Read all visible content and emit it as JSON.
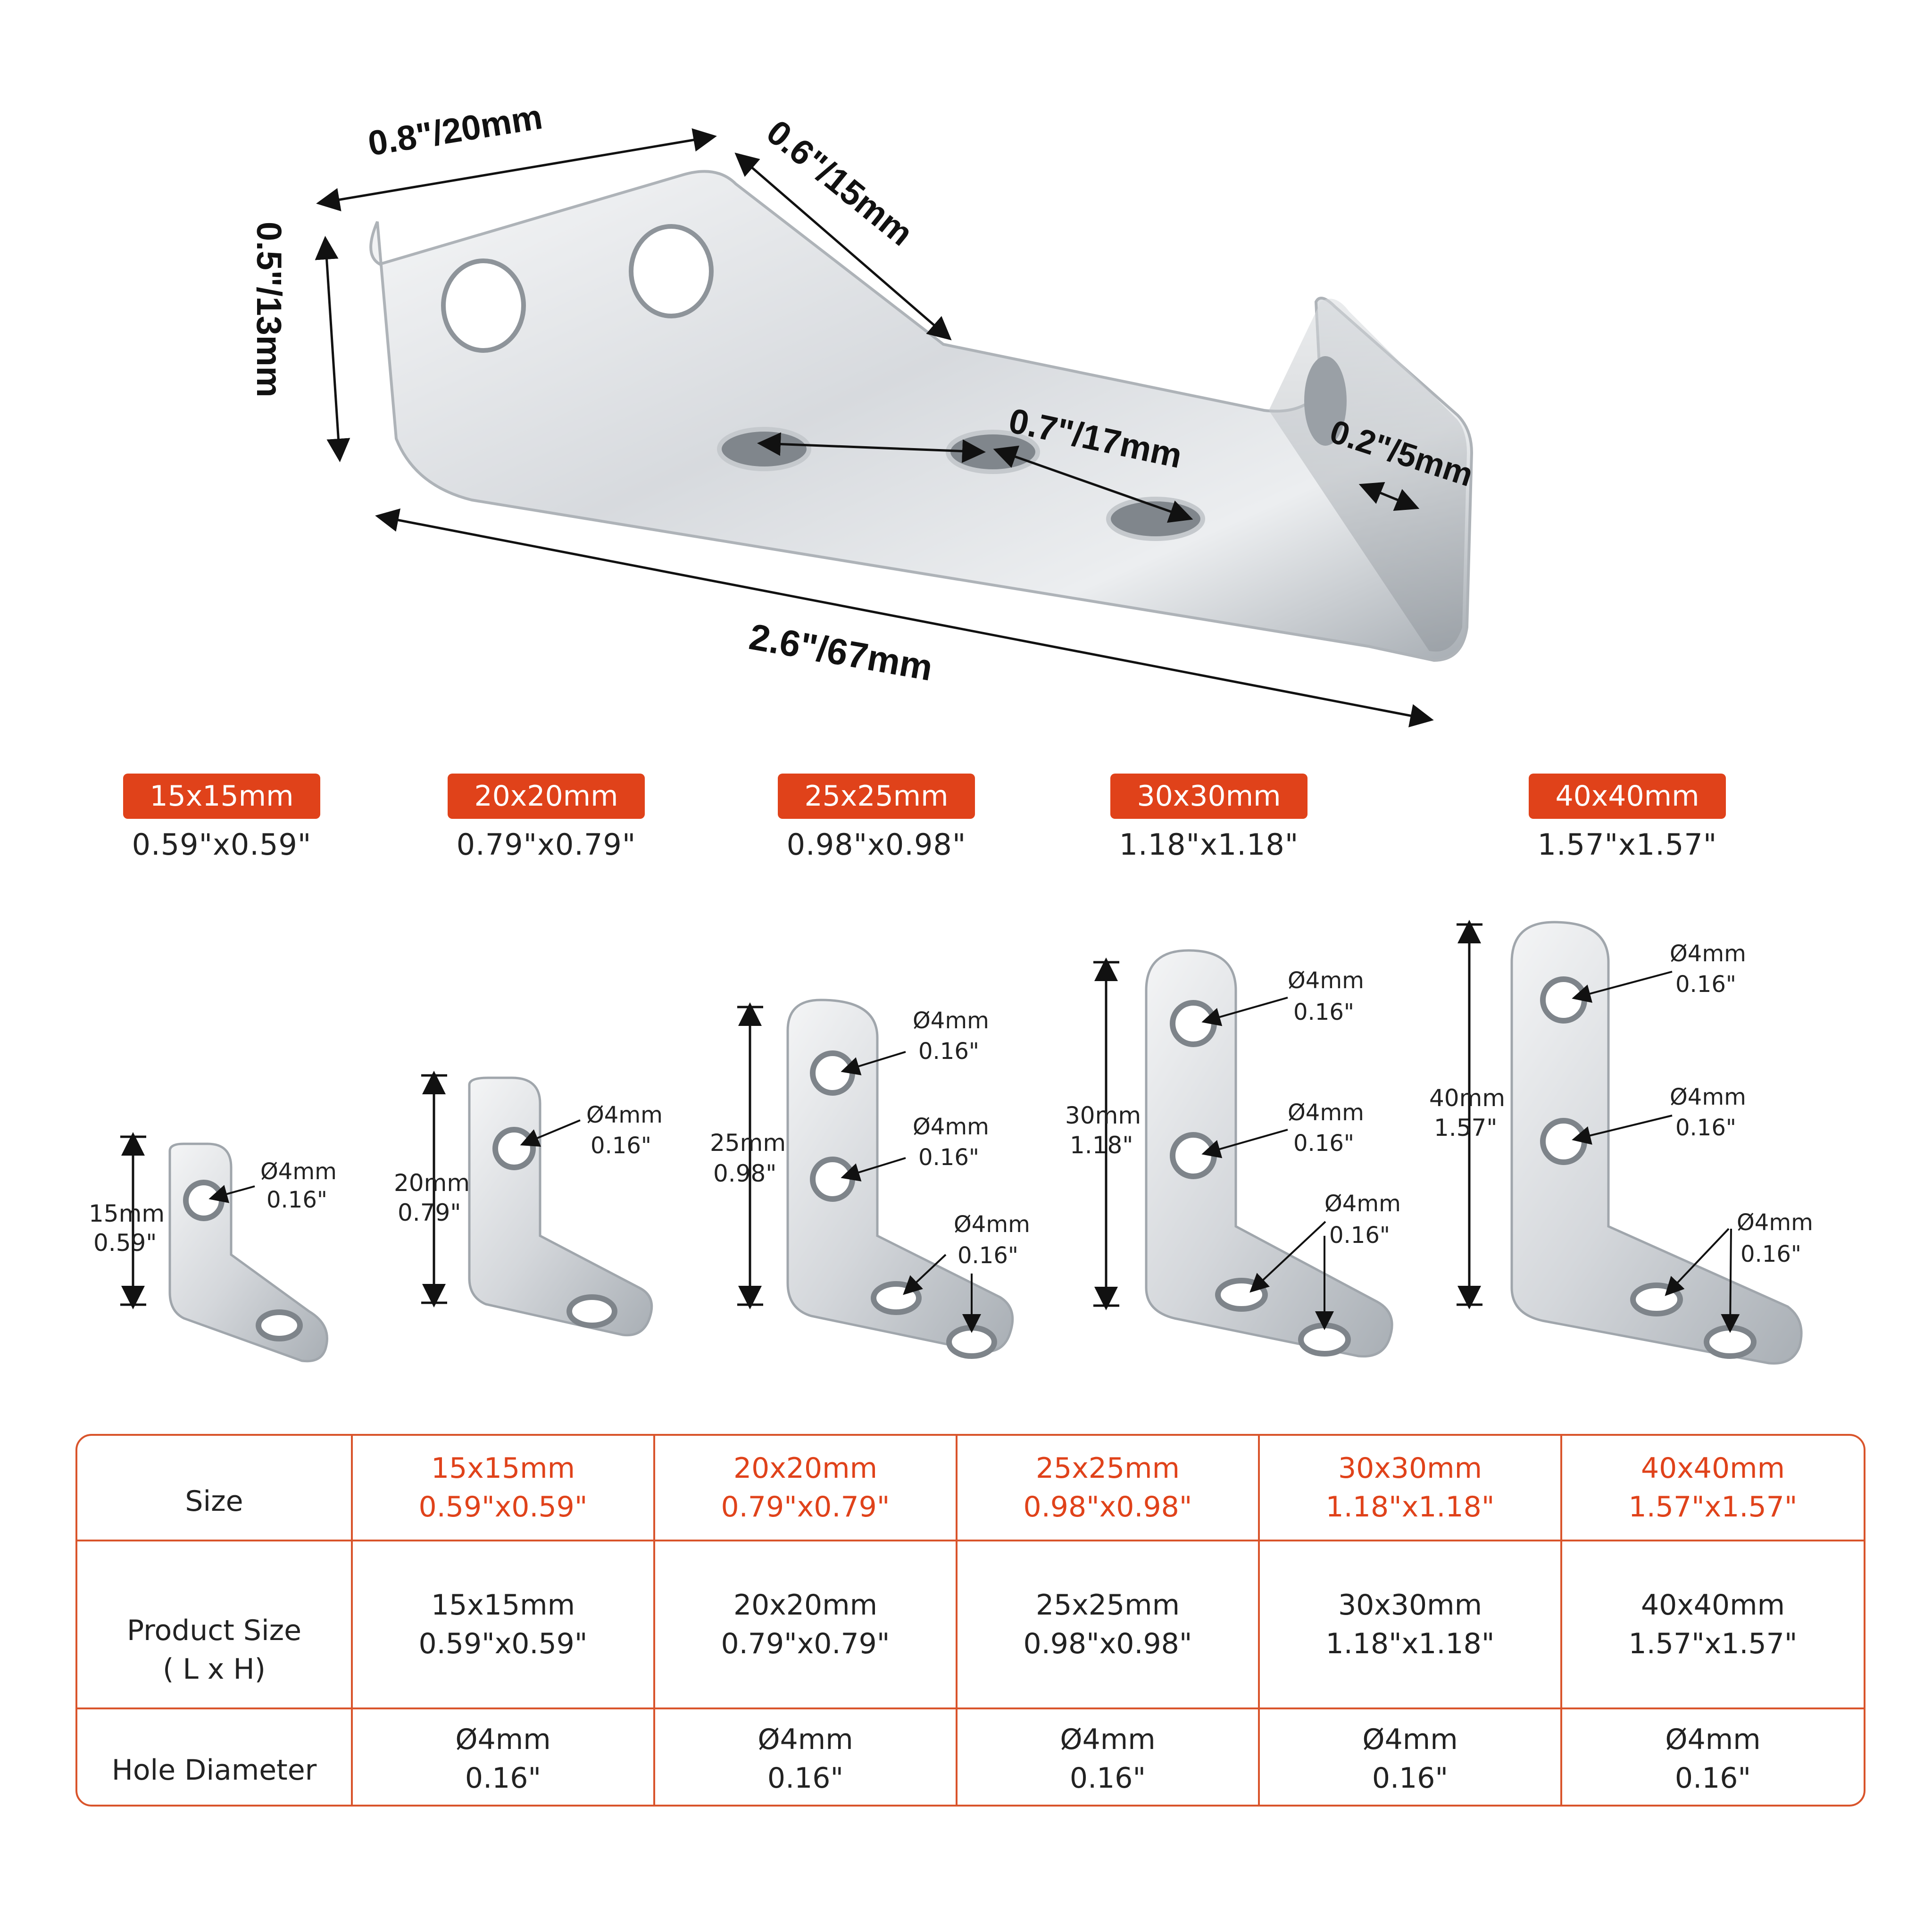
{
  "main_part": {
    "dimensions": {
      "top_width": "0.8\"/20mm",
      "slant_edge": "0.6\"/15mm",
      "height": "0.5\"/13mm",
      "hole_spacing": "0.7\"/17mm",
      "side_tab": "0.2\"/5mm",
      "total_length": "2.6\"/67mm"
    }
  },
  "sizes": [
    {
      "mm": "15x15mm",
      "inch": "0.59\"x0.59\""
    },
    {
      "mm": "20x20mm",
      "inch": "0.79\"x0.79\""
    },
    {
      "mm": "25x25mm",
      "inch": "0.98\"x0.98\""
    },
    {
      "mm": "30x30mm",
      "inch": "1.18\"x1.18\""
    },
    {
      "mm": "40x40mm",
      "inch": "1.57\"x1.57\""
    }
  ],
  "brackets": [
    {
      "height_mm": "15mm",
      "height_in": "0.59\"",
      "hole_mm": "Ø4mm",
      "hole_in": "0.16\""
    },
    {
      "height_mm": "20mm",
      "height_in": "0.79\"",
      "hole_mm": "Ø4mm",
      "hole_in": "0.16\""
    },
    {
      "height_mm": "25mm",
      "height_in": "0.98\"",
      "hole_mm": "Ø4mm",
      "hole_in": "0.16\""
    },
    {
      "height_mm": "30mm",
      "height_in": "1.18\"",
      "hole_mm": "Ø4mm",
      "hole_in": "0.16\""
    },
    {
      "height_mm": "40mm",
      "height_in": "1.57\"",
      "hole_mm": "Ø4mm",
      "hole_in": "0.16\""
    }
  ],
  "table": {
    "row_labels": {
      "size": "Size",
      "product_size": "Product Size",
      "product_size_sub": "( L x H)",
      "hole_diameter": "Hole Diameter"
    },
    "columns": [
      {
        "size_mm": "15x15mm",
        "size_in": "0.59\"x0.59\"",
        "product_mm": "15x15mm",
        "product_in": "0.59\"x0.59\"",
        "hole_mm": "Ø4mm",
        "hole_in": "0.16\""
      },
      {
        "size_mm": "20x20mm",
        "size_in": "0.79\"x0.79\"",
        "product_mm": "20x20mm",
        "product_in": "0.79\"x0.79\"",
        "hole_mm": "Ø4mm",
        "hole_in": "0.16\""
      },
      {
        "size_mm": "25x25mm",
        "size_in": "0.98\"x0.98\"",
        "product_mm": "25x25mm",
        "product_in": "0.98\"x0.98\"",
        "hole_mm": "Ø4mm",
        "hole_in": "0.16\""
      },
      {
        "size_mm": "30x30mm",
        "size_in": "1.18\"x1.18\"",
        "product_mm": "30x30mm",
        "product_in": "1.18\"x1.18\"",
        "hole_mm": "Ø4mm",
        "hole_in": "0.16\""
      },
      {
        "size_mm": "40x40mm",
        "size_in": "1.57\"x1.57\"",
        "product_mm": "40x40mm",
        "product_in": "1.57\"x1.57\"",
        "hole_mm": "Ø4mm",
        "hole_in": "0.16\""
      }
    ]
  },
  "colors": {
    "accent": "#e0421a",
    "table_border": "#d9542b",
    "metal_light": "#eef0f2",
    "metal_dark": "#9aa0a6"
  }
}
